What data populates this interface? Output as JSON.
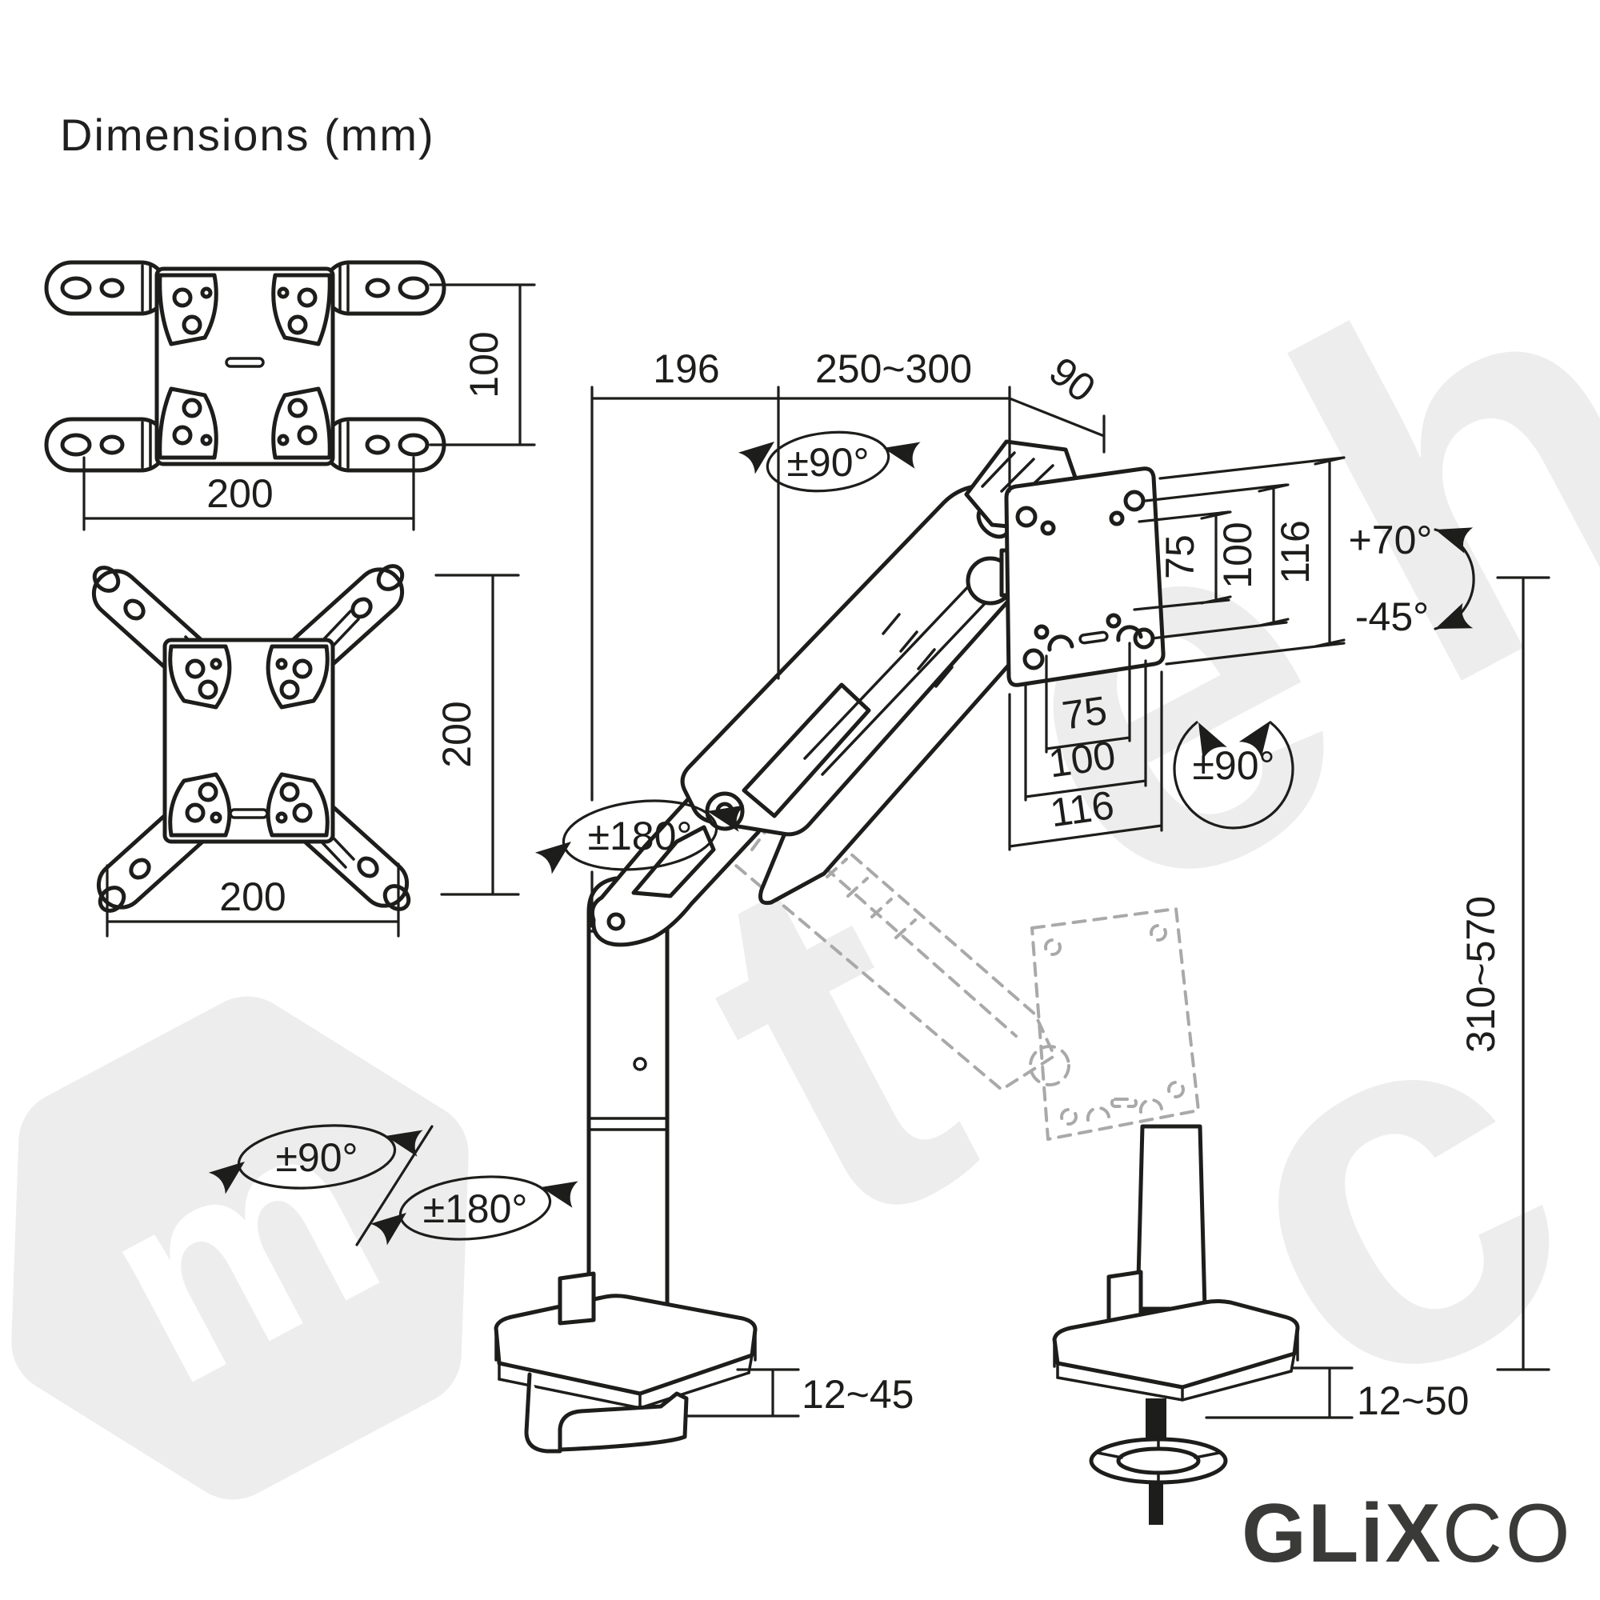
{
  "title": "Dimensions (mm)",
  "brand": {
    "logo_bold": "GLiX",
    "logo_light": "CO"
  },
  "watermark": {
    "fragments": [
      "m",
      "t",
      "e",
      "h",
      "c"
    ]
  },
  "drawings": {
    "vesa_adapter_top": {
      "plate_height": "100",
      "hole_spacing_width": "200"
    },
    "vesa_adapter_x": {
      "hole_spacing_height": "200",
      "hole_spacing_width": "200"
    },
    "arm": {
      "rear_reach": "196",
      "forward_reach": "250~300",
      "head_depth": "90",
      "head_swivel": "±90°",
      "arm_rotation": "±180°",
      "tilt_up": "+70°",
      "tilt_down": "-45°",
      "vesa_rotation": "±90°",
      "height_range": "310~570",
      "base_swivel": "±90°",
      "base_rotation": "±180°"
    },
    "vesa_plate": {
      "vertical": [
        "75",
        "100",
        "116"
      ],
      "horizontal": [
        "75",
        "100",
        "116"
      ]
    },
    "mounts": {
      "clamp_thickness": "12~45",
      "grommet_thickness": "12~50"
    }
  }
}
